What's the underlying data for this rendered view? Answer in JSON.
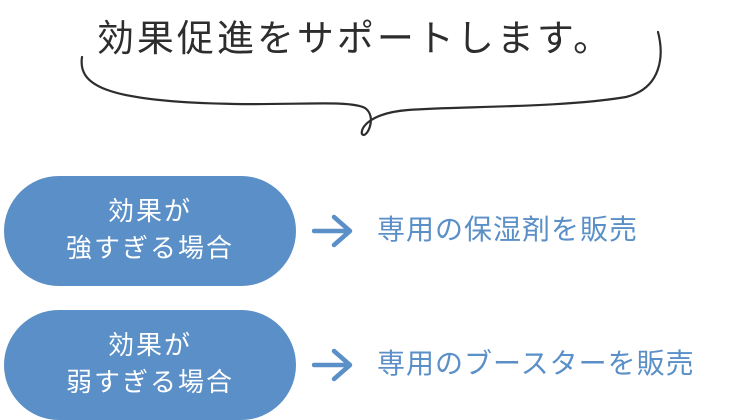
{
  "headline": "効果促進をサポートします。",
  "colors": {
    "pill_background": "#5a8fc7",
    "accent_text": "#5a8fc7",
    "headline_text": "#2d2d2d",
    "bubble_stroke": "#2d2d2d"
  },
  "rows": [
    {
      "pill_line1": "効果が",
      "pill_line2": "強すぎる場合",
      "result": "専用の保湿剤を販売"
    },
    {
      "pill_line1": "効果が",
      "pill_line2": "弱すぎる場合",
      "result": "専用のブースターを販売"
    }
  ],
  "icons": {
    "arrow": "arrow-right-icon"
  }
}
